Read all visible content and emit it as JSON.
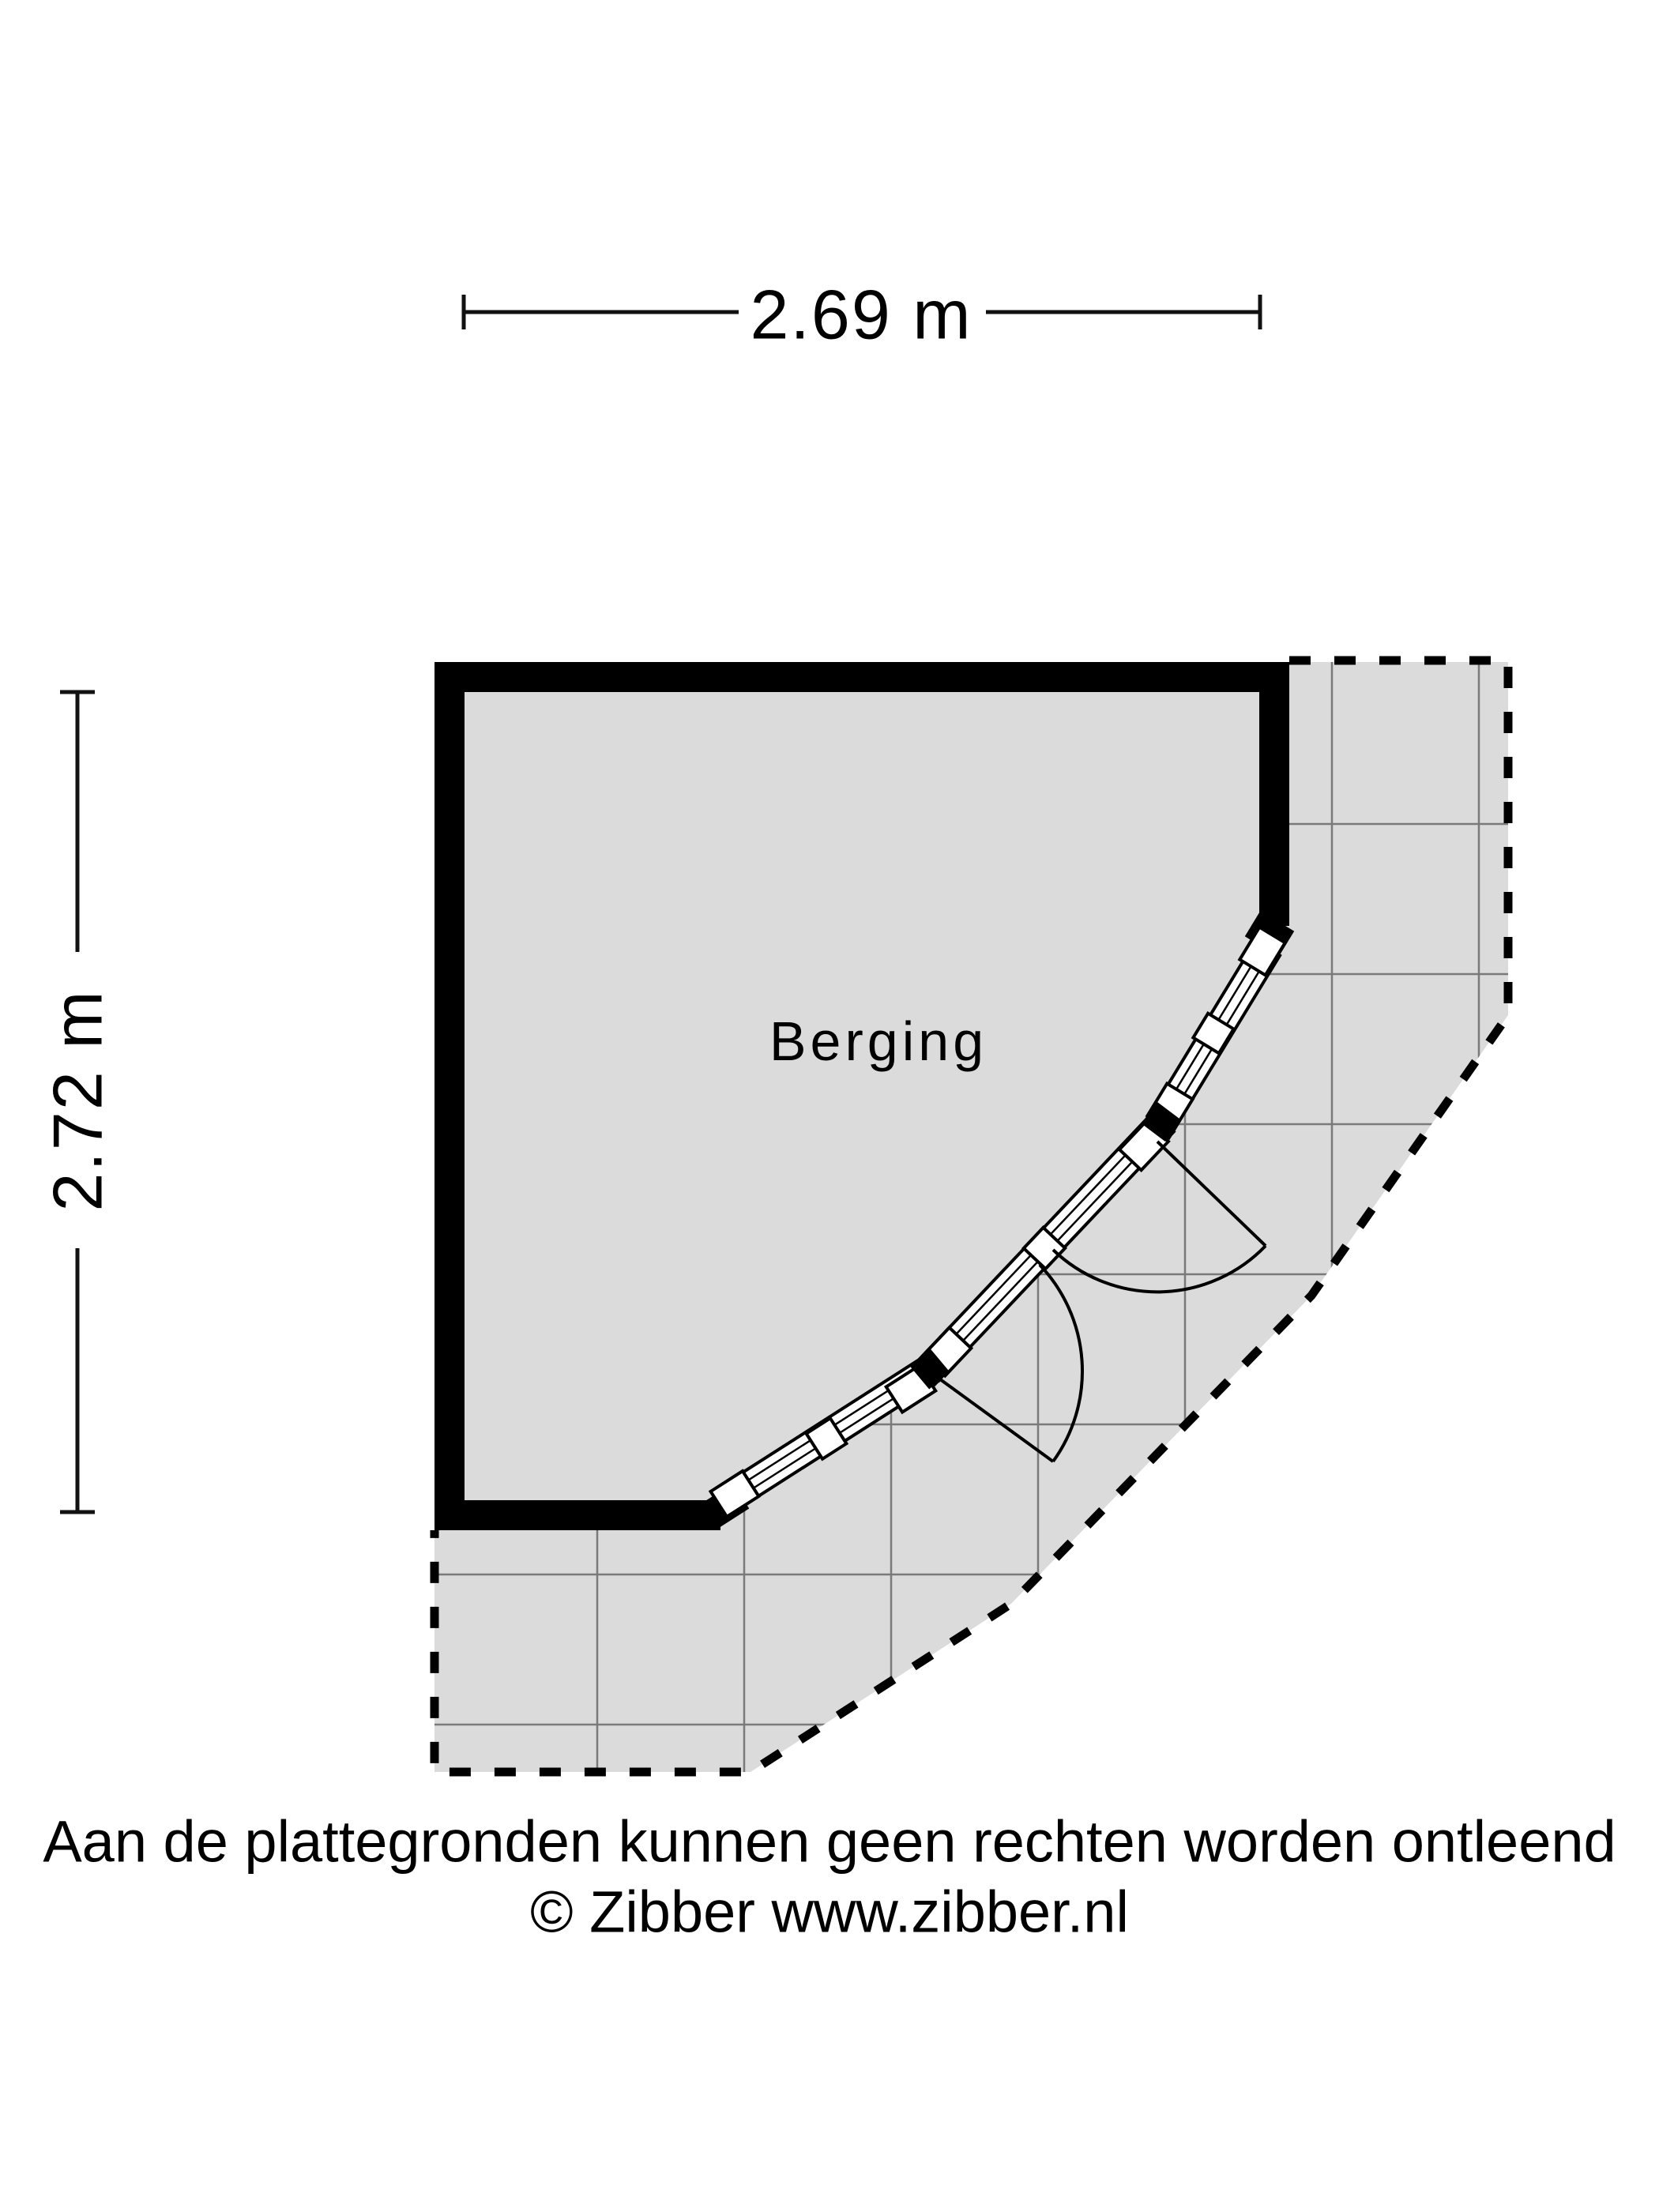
{
  "floorplan": {
    "room_label": "Berging",
    "dimensions": {
      "width_label": "2.69 m",
      "height_label": "2.72 m"
    }
  },
  "footer": {
    "disclaimer": "Aan de plattegronden kunnen geen rechten worden ontleend",
    "copyright": "© Zibber www.zibber.nl"
  },
  "colors": {
    "background": "#ffffff",
    "floor": "#dbdbdb",
    "wall": "#000000",
    "grid_line": "#7a7a7a",
    "dashed_boundary": "#000000",
    "dimension_line": "#111111"
  }
}
